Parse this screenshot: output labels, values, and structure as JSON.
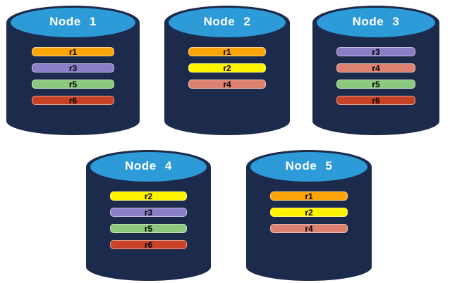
{
  "diagram_title": "database-nodes-replica-placement",
  "colors": {
    "cylinder_body": "#1C2A4B",
    "cylinder_top": "#2E9BD9",
    "node_label_text": "#FFFFFF",
    "bar_label_text": "#000000",
    "replicas": {
      "r1": "#FBA40A",
      "r2": "#FEF400",
      "r3": "#8A7EC6",
      "r4": "#DD8270",
      "r5": "#8CC87D",
      "r6": "#C74227"
    }
  },
  "nodes": [
    {
      "label": "Node 1",
      "replicas": [
        "r1",
        "r3",
        "r5",
        "r6"
      ]
    },
    {
      "label": "Node 2",
      "replicas": [
        "r1",
        "r2",
        "r4"
      ]
    },
    {
      "label": "Node 3",
      "replicas": [
        "r3",
        "r4",
        "r5",
        "r6"
      ]
    },
    {
      "label": "Node 4",
      "replicas": [
        "r2",
        "r3",
        "r5",
        "r6"
      ]
    },
    {
      "label": "Node 5",
      "replicas": [
        "r1",
        "r2",
        "r4"
      ]
    }
  ]
}
